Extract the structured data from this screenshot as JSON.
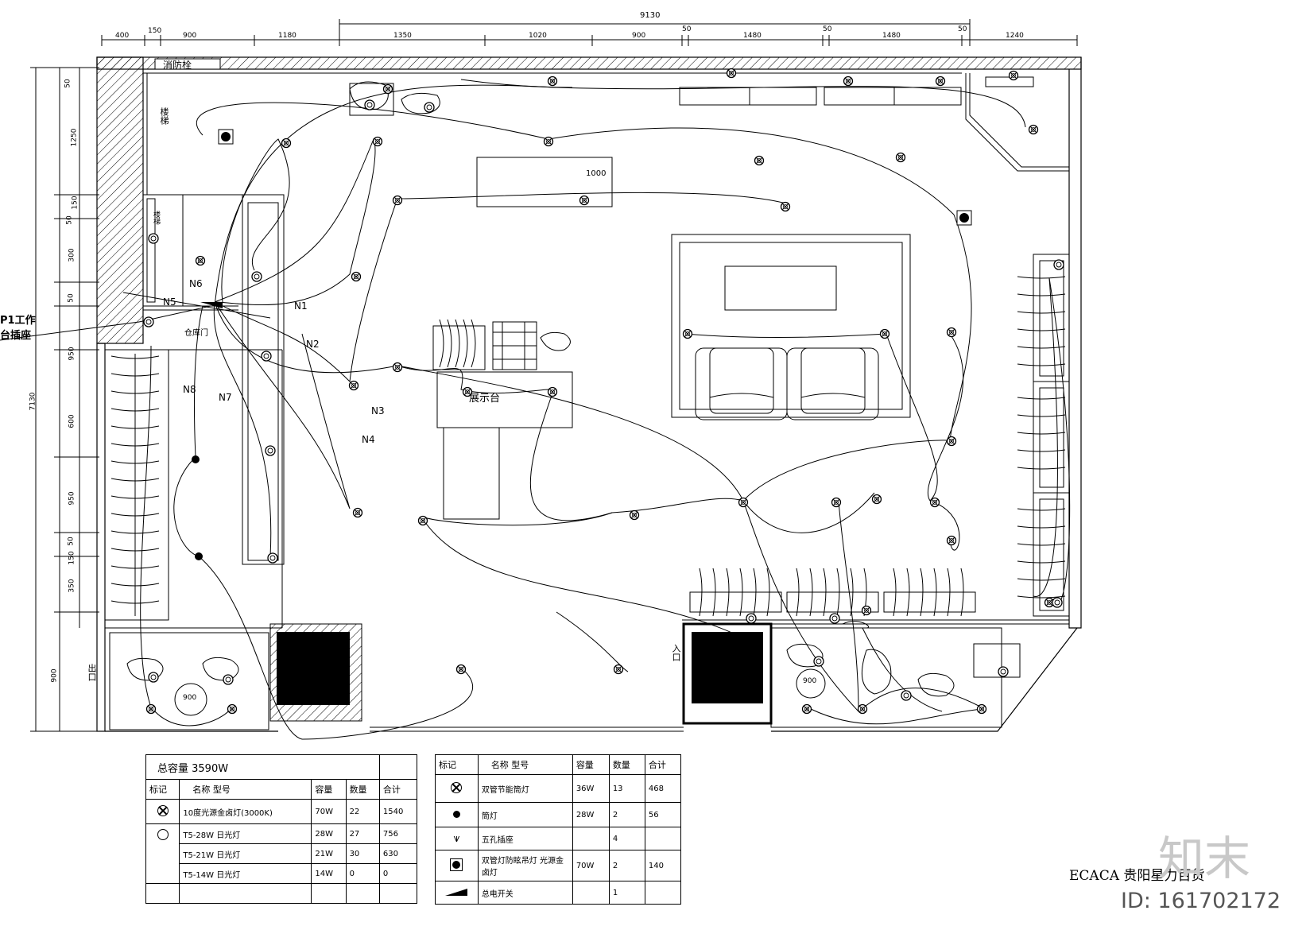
{
  "plan": {
    "dimensions_top": [
      "400",
      "150",
      "900",
      "1180",
      "1350",
      "1020",
      "900",
      "50",
      "1480",
      "50",
      "1480",
      "50",
      "1240"
    ],
    "dimension_top_total": "9130",
    "dimensions_left": [
      "50",
      "1250",
      "150",
      "50",
      "300",
      "50",
      "950",
      "600",
      "950",
      "50",
      "150",
      "350",
      "900"
    ],
    "dimension_left_total": "7130",
    "room_labels": {
      "fire_hydrant": "消防栓",
      "stair_tag": "楼梯",
      "warehouse": "仓库门",
      "display": "展示台",
      "table_size": "1000",
      "round_table_1": "900",
      "round_table_2": "900",
      "entrance_left": "出口",
      "entrance_right": "入口",
      "side_tag": "楼梯"
    },
    "circuit_labels": [
      "N1",
      "N2",
      "N3",
      "N4",
      "N5",
      "N6",
      "N7",
      "N8"
    ],
    "p1_label_line1": "P1工作",
    "p1_label_line2": "台插座"
  },
  "legend_left": {
    "title": "总容量  3590W",
    "headers": [
      "标记",
      "名称  型号",
      "容量",
      "数量",
      "合计"
    ],
    "rows": [
      {
        "symbol": "ring-x",
        "name": "10度光源金卤灯(3000K)",
        "power": "70W",
        "qty": "22",
        "total": "1540"
      },
      {
        "symbol": "ring",
        "name": "T5-28W  日光灯",
        "power": "28W",
        "qty": "27",
        "total": "756"
      },
      {
        "symbol": "",
        "name": "T5-21W  日光灯",
        "power": "21W",
        "qty": "30",
        "total": "630"
      },
      {
        "symbol": "",
        "name": "T5-14W  日光灯",
        "power": "14W",
        "qty": "0",
        "total": "0"
      }
    ]
  },
  "legend_right": {
    "headers": [
      "标记",
      "名称  型号",
      "容量",
      "数量",
      "合计"
    ],
    "rows": [
      {
        "symbol": "ring-x",
        "name": "双管节能筒灯",
        "power": "36W",
        "qty": "13",
        "total": "468"
      },
      {
        "symbol": "dot",
        "name": "筒灯",
        "power": "28W",
        "qty": "2",
        "total": "56"
      },
      {
        "symbol": "socket",
        "name": "五孔插座",
        "power": "",
        "qty": "4",
        "total": ""
      },
      {
        "symbol": "square-dot",
        "name": "双管灯防眩吊灯 光源金卤灯",
        "power": "70W",
        "qty": "2",
        "total": "140"
      },
      {
        "symbol": "switch",
        "name": "总电开关",
        "power": "",
        "qty": "1",
        "total": ""
      }
    ]
  },
  "caption": {
    "project": "ECACA  贵阳星力百货",
    "watermark": "知末",
    "id_text": "ID: 161702172"
  }
}
